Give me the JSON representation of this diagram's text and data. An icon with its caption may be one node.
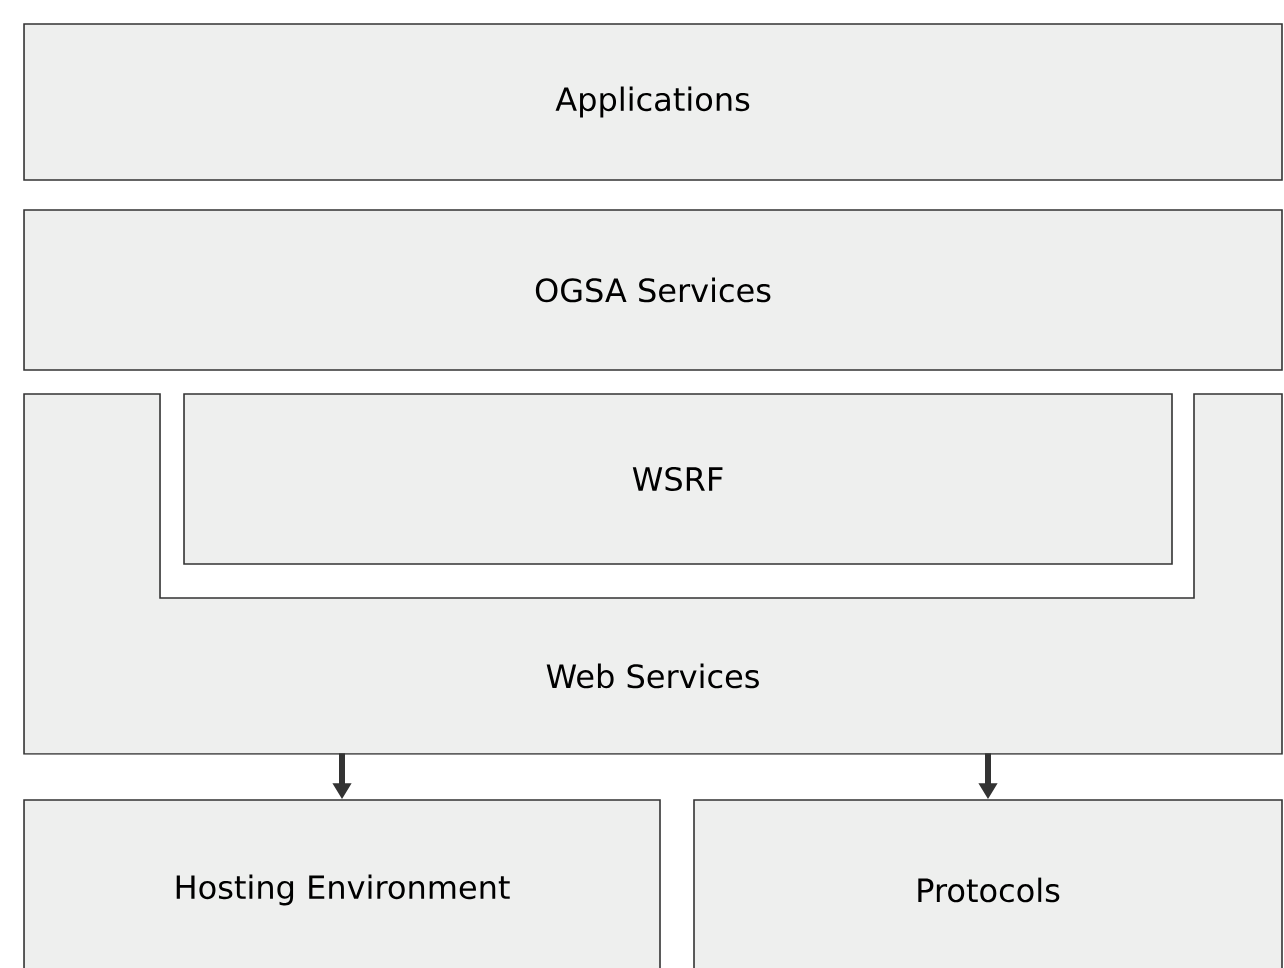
{
  "diagram": {
    "nodes": [
      {
        "text": [
          "Applications"
        ]
      },
      {
        "text": [
          "OGSA Services"
        ]
      },
      {
        "text": [
          "Web Services"
        ]
      },
      {
        "text": [
          "WSRF"
        ],
        "in": 2
      },
      {
        "text": [
          "Hosting Environment"
        ]
      },
      {
        "text": [
          "Protocols"
        ]
      }
    ],
    "edges": [
      {
        "from": 2,
        "to": 4,
        "arrow": "to"
      },
      {
        "from": 2,
        "to": 5,
        "arrow": "to"
      }
    ]
  }
}
